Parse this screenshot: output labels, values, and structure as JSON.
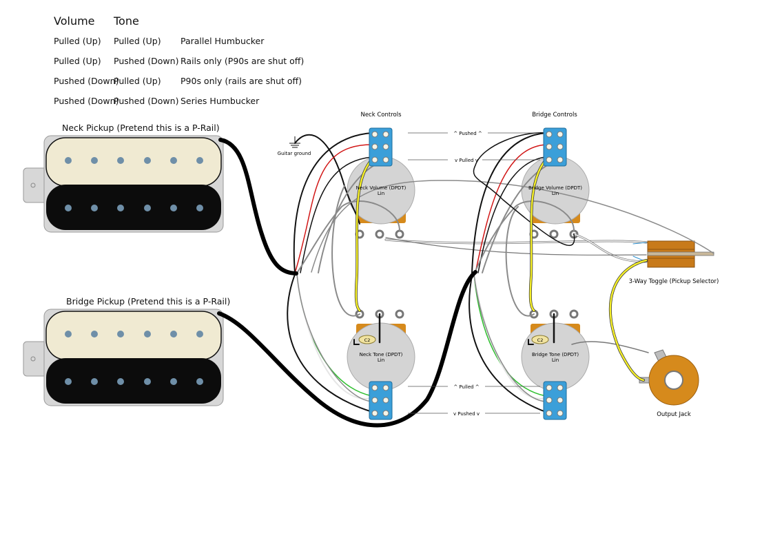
{
  "table": {
    "headers": {
      "volume": "Volume",
      "tone": "Tone"
    },
    "rows": [
      {
        "volume": "Pulled (Up)",
        "tone": "Pulled (Up)",
        "result": "Parallel Humbucker"
      },
      {
        "volume": "Pulled (Up)",
        "tone": "Pushed (Down)",
        "result": "Rails only (P90s are shut off)"
      },
      {
        "volume": "Pushed (Down)",
        "tone": "Pulled (Up)",
        "result": "P90s only (rails are shut off)"
      },
      {
        "volume": "Pushed (Down)",
        "tone": "Pushed (Down)",
        "result": "Series Humbucker"
      }
    ]
  },
  "pickups": {
    "neck": "Neck Pickup (Pretend this is a P-Rail)",
    "bridge": "Bridge Pickup (Pretend this is a P-Rail)"
  },
  "controls": {
    "neck_title": "Neck Controls",
    "bridge_title": "Bridge Controls",
    "pushed_top": "^ Pushed ^",
    "pulled_top": "v Pulled v",
    "pulled_bottom": "^ Pulled ^",
    "pushed_bottom": "v Pushed v",
    "neck_volume": "Neck Volume (DPDT)",
    "bridge_volume": "Bridge Volume (DPDT)",
    "neck_tone": "Neck Tone (DPDT)",
    "bridge_tone": "Bridge Tone (DPDT)",
    "taper": "Lin",
    "capacitor": "C2"
  },
  "ground": "Guitar ground",
  "toggle": "3-Way Toggle (Pickup Selector)",
  "jack": "Output Jack",
  "colors": {
    "cream": "#f0ead2",
    "pole": "#6f8fa8",
    "switch": "#3b9fd9",
    "pot_body": "#d4d4d4",
    "pot_tab": "#d68a1c",
    "yellow_wire": "#f5ef2a",
    "red_wire": "#d11515",
    "green_wire": "#2fbf2f",
    "gray_wire": "#8a8a8a",
    "jack_body": "#d68a1c"
  }
}
